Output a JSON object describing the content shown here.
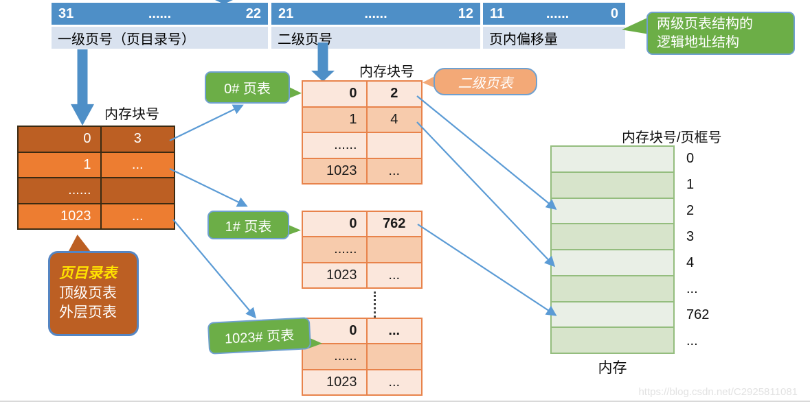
{
  "address_structure": {
    "sections": [
      {
        "bit_high": "31",
        "dots": "......",
        "bit_low": "22",
        "label": "一级页号（页目录号）"
      },
      {
        "bit_high": "21",
        "dots": "......",
        "bit_low": "12",
        "label": "二级页号"
      },
      {
        "bit_high": "11",
        "dots": "......",
        "bit_low": "0",
        "label": "页内偏移量"
      }
    ],
    "callout": {
      "line1": "两级页表结构的",
      "line2": "逻辑地址结构"
    }
  },
  "page_directory": {
    "header": "内存块号",
    "rows": [
      [
        "0",
        "3"
      ],
      [
        "1",
        "..."
      ],
      [
        "......",
        ""
      ],
      [
        "1023",
        "..."
      ]
    ],
    "callout": {
      "title": "页目录表",
      "alias1": "顶级页表",
      "alias2": "外层页表"
    }
  },
  "page_tables": {
    "header": "内存块号",
    "second_level_label": "二级页表",
    "table0": {
      "label": "0# 页表",
      "rows": [
        [
          "0",
          "2"
        ],
        [
          "1",
          "4"
        ],
        [
          "......",
          ""
        ],
        [
          "1023",
          "..."
        ]
      ]
    },
    "table1": {
      "label": "1# 页表",
      "rows": [
        [
          "0",
          "762"
        ],
        [
          "......",
          ""
        ],
        [
          "1023",
          "..."
        ]
      ]
    },
    "table1023": {
      "label": "1023# 页表",
      "rows": [
        [
          "0",
          "..."
        ],
        [
          "......",
          ""
        ],
        [
          "1023",
          "..."
        ]
      ]
    }
  },
  "memory": {
    "header": "内存块号/页框号",
    "caption": "内存",
    "row_labels": [
      "0",
      "1",
      "2",
      "3",
      "4",
      "...",
      "762",
      "..."
    ]
  },
  "watermark": "https://blog.csdn.net/C2925811081",
  "colors": {
    "bar_blue": "#4E8FC7",
    "bar_label_bg": "#D9E2EF",
    "connector_blue": "#5B9BD5",
    "green_callout": "#6CAE47",
    "peach_callout": "#F3A977",
    "directory_dark": "#BC5F23",
    "directory_light": "#ED7D31",
    "page_table_light": "#FBE7DC",
    "page_table_dark": "#F7CBAC",
    "page_table_border": "#E8834B",
    "memory_light": "#E9EFE6",
    "memory_dark": "#D7E4CB",
    "memory_border": "#94BD7E"
  }
}
